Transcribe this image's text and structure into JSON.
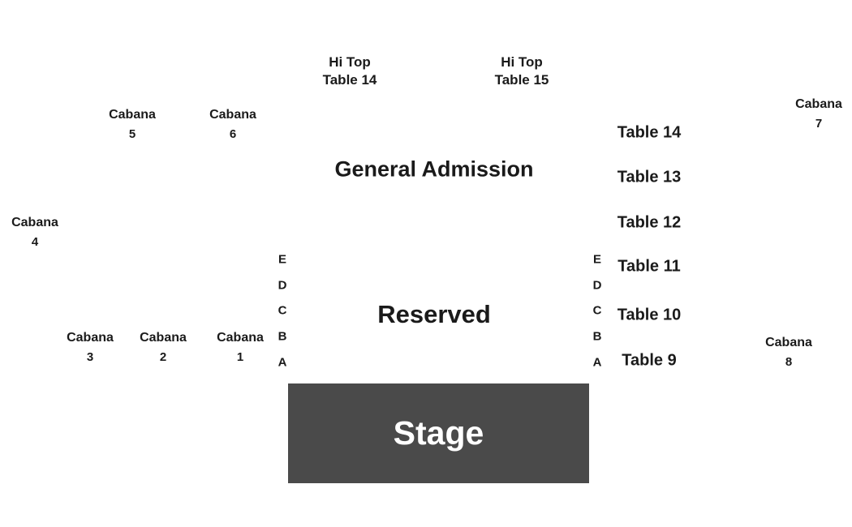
{
  "stage": {
    "label": "Stage",
    "color": "#4a4a4a"
  },
  "zones": {
    "general_admission": "General Admission",
    "reserved": "Reserved"
  },
  "hi_tops": [
    {
      "line1": "Hi Top",
      "line2": "Table 14"
    },
    {
      "line1": "Hi Top",
      "line2": "Table 15"
    }
  ],
  "cabanas": [
    {
      "label": "Cabana",
      "number": "1"
    },
    {
      "label": "Cabana",
      "number": "2"
    },
    {
      "label": "Cabana",
      "number": "3"
    },
    {
      "label": "Cabana",
      "number": "4"
    },
    {
      "label": "Cabana",
      "number": "5"
    },
    {
      "label": "Cabana",
      "number": "6"
    },
    {
      "label": "Cabana",
      "number": "7"
    },
    {
      "label": "Cabana",
      "number": "8"
    }
  ],
  "tables": [
    "Table 14",
    "Table 13",
    "Table 12",
    "Table 11",
    "Table 10",
    "Table 9"
  ],
  "rows_left": [
    "E",
    "D",
    "C",
    "B",
    "A"
  ],
  "rows_right": [
    "E",
    "D",
    "C",
    "B",
    "A"
  ]
}
